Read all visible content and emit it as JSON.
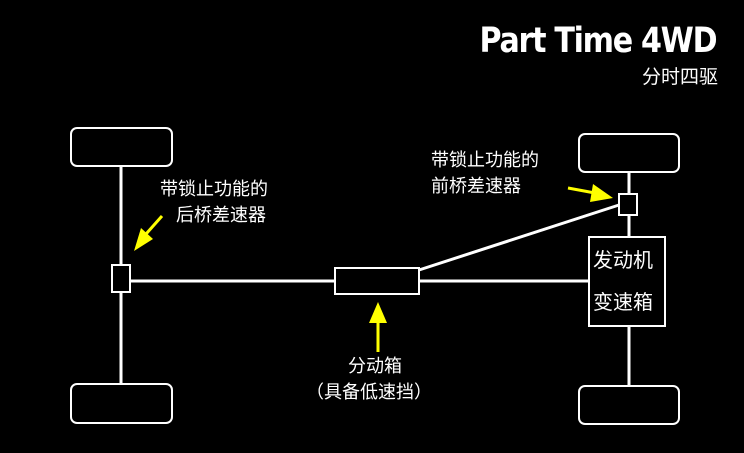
{
  "title": "Part Time 4WD",
  "subtitle": "分时四驱",
  "rear_diff_label": [
    "带锁止功能的",
    "后桥差速器"
  ],
  "front_diff_label": [
    "带锁止功能的",
    "前桥差速器"
  ],
  "engine_box_label": [
    "发动机",
    "变速箱"
  ],
  "transfer_case_label": [
    "分动箱",
    "（具备低速挡）"
  ],
  "colors": {
    "background": "#000000",
    "lines": "#ffffff",
    "arrow": "#ffff00"
  }
}
